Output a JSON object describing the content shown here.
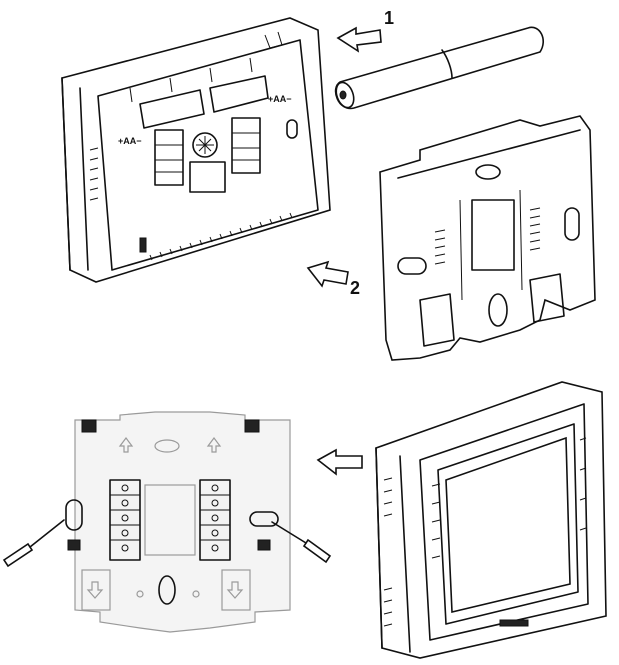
{
  "steps": {
    "step1": "1",
    "step2": "2"
  },
  "battery_labels": {
    "left": "+AA−",
    "right": "+AA−"
  },
  "icons": [
    "arrow-left-icon",
    "battery-icon",
    "screwdriver-icon",
    "arrow-up-icon",
    "arrow-down-icon"
  ]
}
